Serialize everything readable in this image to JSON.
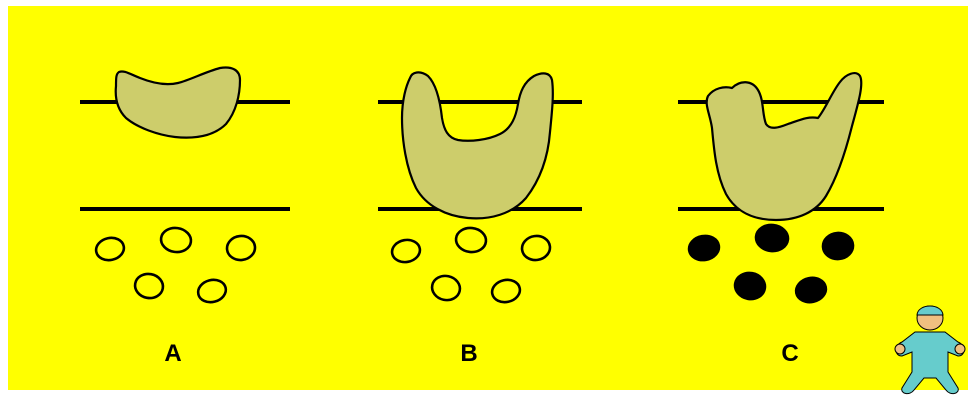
{
  "diagram": {
    "colors": {
      "background": "#ffff00",
      "border": "#ffffff",
      "blob_fill": "#cdcd6b",
      "outline": "#000000",
      "particle_open_fill": "#ffff00",
      "particle_filled": "#000000",
      "mascot_body": "#66cccc",
      "mascot_skin": "#f0c080"
    },
    "panels": [
      {
        "label": "A",
        "blob_shape": "shallow-cup",
        "particle_style": "open"
      },
      {
        "label": "B",
        "blob_shape": "deep-cup",
        "particle_style": "open"
      },
      {
        "label": "C",
        "blob_shape": "deep-cup-asymmetric",
        "particle_style": "filled"
      }
    ],
    "mascot_icon": "gingerbread-figure-icon"
  }
}
